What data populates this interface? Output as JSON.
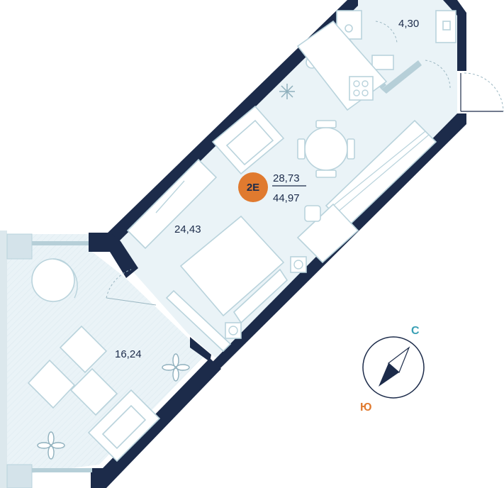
{
  "rooms": {
    "bathroom_area": "4,30",
    "main_area": "24,43",
    "loggia_area": "16,24"
  },
  "apartment": {
    "type_badge": "2E",
    "living_area": "28,73",
    "total_area": "44,97"
  },
  "compass": {
    "north_label": "С",
    "south_label": "Ю"
  },
  "colors": {
    "wall": "#1c2b4a",
    "floor": "#eaf3f7",
    "badge": "#e07a2f",
    "north": "#3aa0b5"
  },
  "icons": [
    "snowflake-icon",
    "flower-icon",
    "compass-icon"
  ]
}
